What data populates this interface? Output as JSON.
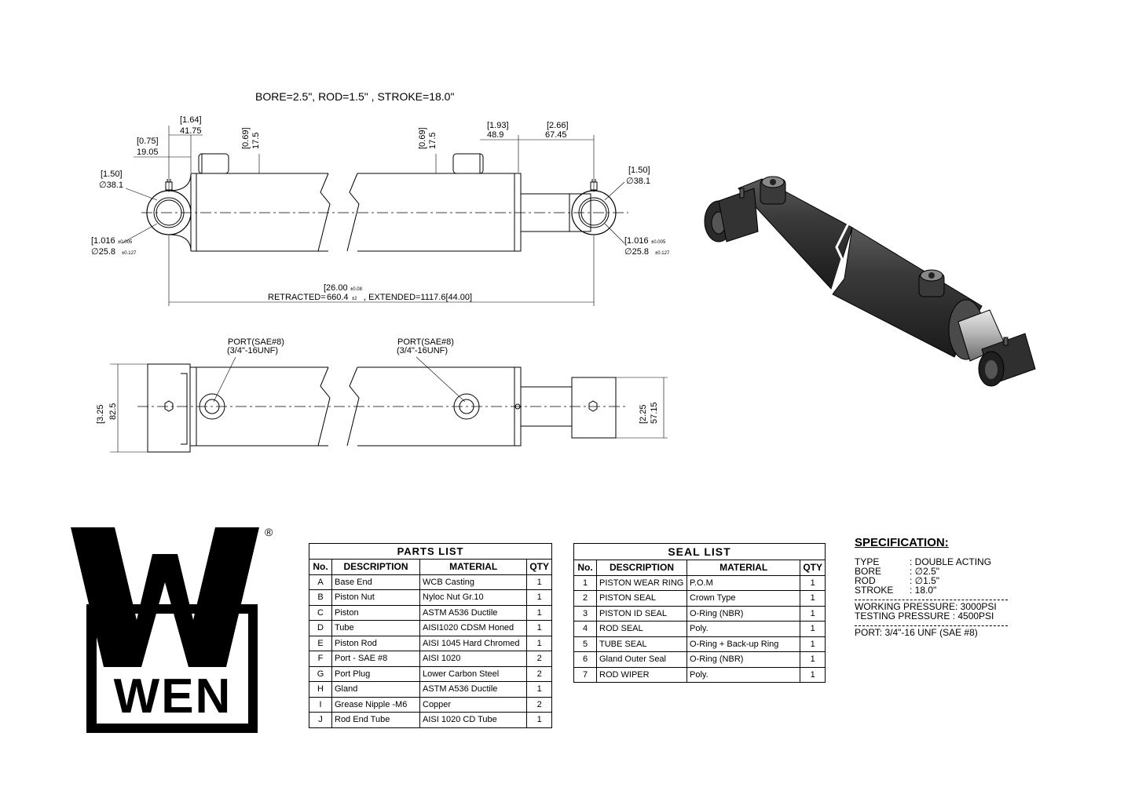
{
  "heading": "BORE=2.5\",  ROD=1.5\" , STROKE=18.0\"",
  "dims": {
    "d164": "[1.64]",
    "d4175": "41.75",
    "d075": "[0.75]",
    "d1905": "19.05",
    "d069a": "[0.69]",
    "d175a": "17.5",
    "d069b": "[0.69]",
    "d175b": "17.5",
    "d193": "[1.93]",
    "d489": "48.9",
    "d266": "[2.66]",
    "d6745": "67.45",
    "pin_l_in": "[1.50]",
    "pin_l_mm": "∅38.1",
    "pin_r_in": "[1.50]",
    "pin_r_mm": "∅38.1",
    "bore_l_in": "[1.016",
    "bore_l_tol_in": "±0.005",
    "bore_l_mm": "∅25.8",
    "bore_l_tol_mm": "±0.127",
    "bore_r_in": "[1.016",
    "bore_r_tol_in": "±0.005",
    "bore_r_mm": "∅25.8",
    "bore_r_tol_mm": "±0.127",
    "len_in": "[26.00",
    "len_tol_in": "±0.08",
    "retracted_label": "RETRACTED=",
    "retracted_val": "660.4",
    "retracted_tol": "±2",
    "extended": ", EXTENDED=1117.6[44.00]",
    "h_l_in": "[3.25",
    "h_l_mm": "82.5",
    "h_r_in": "[2.25",
    "h_r_mm": "57.15"
  },
  "ports": {
    "p1_a": "PORT(SAE#8)",
    "p1_b": "(3/4\"-16UNF)",
    "p2_a": "PORT(SAE#8)",
    "p2_b": "(3/4\"-16UNF)"
  },
  "logo": {
    "text": "WEN",
    "mark": "®"
  },
  "parts_list": {
    "title": "PARTS   LIST",
    "headers": [
      "No.",
      "DESCRIPTION",
      "MATERIAL",
      "QTY"
    ],
    "rows": [
      [
        "A",
        "Base End",
        "WCB Casting",
        "1"
      ],
      [
        "B",
        "Piston Nut",
        "Nyloc Nut Gr.10",
        "1"
      ],
      [
        "C",
        "Piston",
        "ASTM A536 Ductile",
        "1"
      ],
      [
        "D",
        "Tube",
        "AISI1020 CDSM Honed",
        "1"
      ],
      [
        "E",
        "Piston Rod",
        "AISI 1045 Hard Chromed",
        "1"
      ],
      [
        "F",
        "Port - SAE #8",
        "AISI 1020",
        "2"
      ],
      [
        "G",
        "Port Plug",
        "Lower Carbon Steel",
        "2"
      ],
      [
        "H",
        "Gland",
        "ASTM A536 Ductile",
        "1"
      ],
      [
        "I",
        "Grease Nipple -M6",
        "Copper",
        "2"
      ],
      [
        "J",
        "Rod End Tube",
        "AISI 1020 CD Tube",
        "1"
      ]
    ]
  },
  "seal_list": {
    "title": "SEAL LIST",
    "headers": [
      "No.",
      "DESCRIPTION",
      "MATERIAL",
      "QTY"
    ],
    "rows": [
      [
        "1",
        "PISTON WEAR RING",
        "P.O.M",
        "1"
      ],
      [
        "2",
        "PISTON SEAL",
        "Crown Type",
        "1"
      ],
      [
        "3",
        "PISTON ID SEAL",
        "O-Ring (NBR)",
        "1"
      ],
      [
        "4",
        "ROD SEAL",
        "Poly.",
        "1"
      ],
      [
        "5",
        "TUBE SEAL",
        "O-Ring + Back-up Ring",
        "1"
      ],
      [
        "6",
        "Gland Outer Seal",
        "O-Ring (NBR)",
        "1"
      ],
      [
        "7",
        "ROD WIPER",
        "Poly.",
        "1"
      ]
    ]
  },
  "spec": {
    "title": "SPECIFICATION:",
    "type_k": "TYPE",
    "type_v": ": DOUBLE ACTING",
    "bore_k": "BORE",
    "bore_v": ": ∅2.5\"",
    "rod_k": "ROD",
    "rod_v": ": ∅1.5\"",
    "stroke_k": "STROKE",
    "stroke_v": ":  18.0\"",
    "working": "WORKING PRESSURE:  3000PSI",
    "testing": "TESTING PRESSURE  :  4500PSI",
    "port": "PORT: 3/4\"-16 UNF (SAE #8)"
  }
}
